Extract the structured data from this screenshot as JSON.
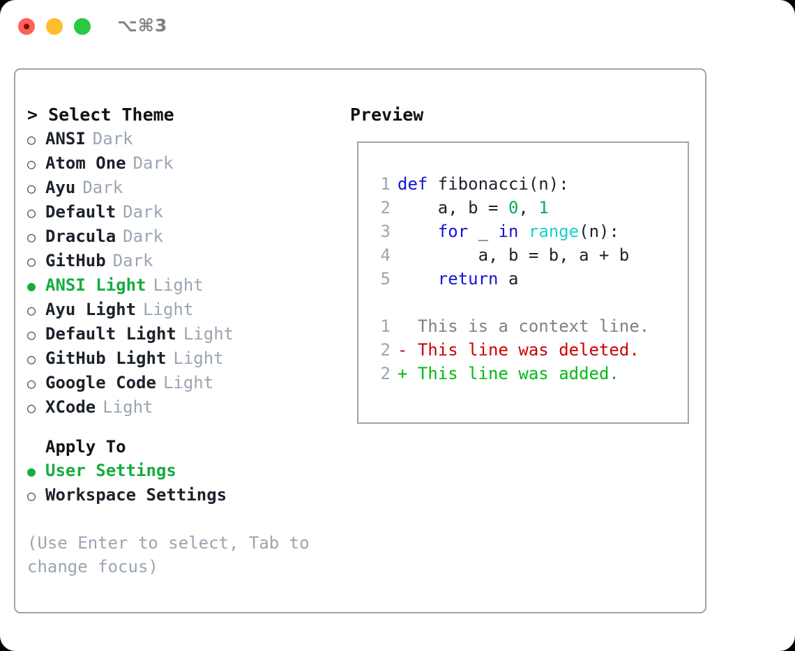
{
  "titlebar": {
    "shortcut": "⌥⌘3",
    "buttons": [
      {
        "name": "close",
        "color": "#ff6058"
      },
      {
        "name": "minimize",
        "color": "#ffbd2e"
      },
      {
        "name": "maximize",
        "color": "#2bc840"
      }
    ]
  },
  "theme_picker": {
    "header": "> Select Theme",
    "marker_selected": "●",
    "marker_unselected": "○",
    "items": [
      {
        "name": "ANSI",
        "kind": "Dark",
        "selected": false
      },
      {
        "name": "Atom One",
        "kind": "Dark",
        "selected": false
      },
      {
        "name": "Ayu",
        "kind": "Dark",
        "selected": false
      },
      {
        "name": "Default",
        "kind": "Dark",
        "selected": false
      },
      {
        "name": "Dracula",
        "kind": "Dark",
        "selected": false
      },
      {
        "name": "GitHub",
        "kind": "Dark",
        "selected": false
      },
      {
        "name": "ANSI Light",
        "kind": "Light",
        "selected": true
      },
      {
        "name": "Ayu Light",
        "kind": "Light",
        "selected": false
      },
      {
        "name": "Default Light",
        "kind": "Light",
        "selected": false
      },
      {
        "name": "GitHub Light",
        "kind": "Light",
        "selected": false
      },
      {
        "name": "Google Code",
        "kind": "Light",
        "selected": false
      },
      {
        "name": "XCode",
        "kind": "Light",
        "selected": false
      }
    ]
  },
  "apply_to": {
    "header": "Apply To",
    "items": [
      {
        "label": "User Settings",
        "selected": true
      },
      {
        "label": "Workspace Settings",
        "selected": false
      }
    ]
  },
  "hint": "(Use Enter to select, Tab to change focus)",
  "preview": {
    "header": "Preview",
    "code_lines": [
      {
        "no": "1",
        "tokens": [
          {
            "t": "def",
            "c": "kw"
          },
          {
            "t": " fibonacci(n):",
            "c": "plain"
          }
        ]
      },
      {
        "no": "2",
        "tokens": [
          {
            "t": "    a, b = ",
            "c": "plain"
          },
          {
            "t": "0",
            "c": "num"
          },
          {
            "t": ", ",
            "c": "plain"
          },
          {
            "t": "1",
            "c": "num"
          }
        ]
      },
      {
        "no": "3",
        "tokens": [
          {
            "t": "    ",
            "c": "plain"
          },
          {
            "t": "for",
            "c": "kw"
          },
          {
            "t": " _ ",
            "c": "plain"
          },
          {
            "t": "in",
            "c": "kw"
          },
          {
            "t": " ",
            "c": "plain"
          },
          {
            "t": "range",
            "c": "fn"
          },
          {
            "t": "(n):",
            "c": "plain"
          }
        ]
      },
      {
        "no": "4",
        "tokens": [
          {
            "t": "        a, b = b, a + b",
            "c": "plain"
          }
        ]
      },
      {
        "no": "5",
        "tokens": [
          {
            "t": "    ",
            "c": "plain"
          },
          {
            "t": "return",
            "c": "kw"
          },
          {
            "t": " a",
            "c": "plain"
          }
        ]
      }
    ],
    "diff_lines": [
      {
        "no": "1",
        "text": "  This is a context line.",
        "kind": "ctx"
      },
      {
        "no": "2",
        "text": "- This line was deleted.",
        "kind": "del"
      },
      {
        "no": "2",
        "text": "+ This line was added.",
        "kind": "add"
      }
    ]
  },
  "colors": {
    "accent_green": "#14ad3f",
    "muted": "#9aa5b1",
    "keyword_blue": "#1414d8",
    "function_cyan": "#17d0d0",
    "number_green": "#00b050",
    "diff_delete_red": "#cd0000",
    "diff_add_green": "#00bb13",
    "border": "#9aa5b1"
  }
}
